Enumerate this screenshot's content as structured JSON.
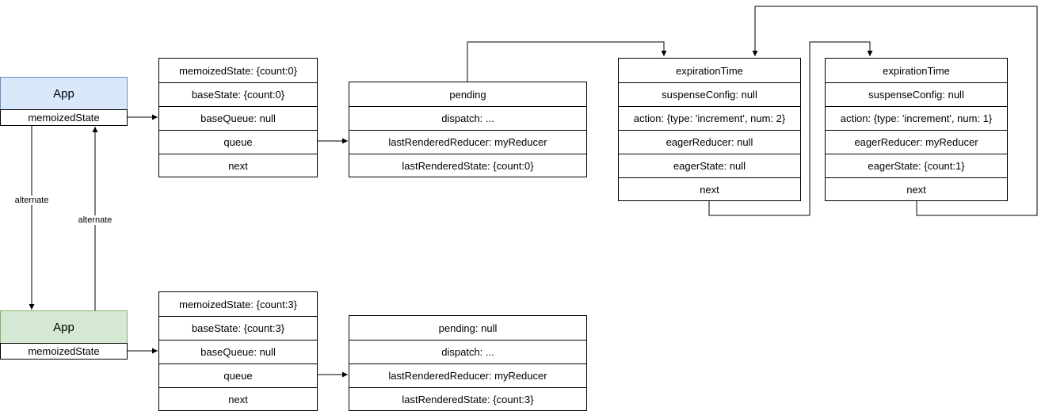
{
  "current_app": {
    "title": "App",
    "field": "memoizedState"
  },
  "wip_app": {
    "title": "App",
    "field": "memoizedState"
  },
  "current_hook": [
    "memoizedState: {count:0}",
    "baseState: {count:0}",
    "baseQueue: null",
    "queue",
    "next"
  ],
  "current_queue": [
    "pending",
    "dispatch: ...",
    "lastRenderedReducer: myReducer",
    "lastRenderedState: {count:0}"
  ],
  "update_1": [
    "expirationTime",
    "suspenseConfig: null",
    "action: {type: 'increment', num: 2}",
    "eagerReducer: null",
    "eagerState: null",
    "next"
  ],
  "update_2": [
    "expirationTime",
    "suspenseConfig: null",
    "action: {type: 'increment', num: 1}",
    "eagerReducer: myReducer",
    "eagerState: {count:1}",
    "next"
  ],
  "wip_hook": [
    "memoizedState: {count:3}",
    "baseState: {count:3}",
    "baseQueue: null",
    "queue",
    "next"
  ],
  "wip_queue": [
    "pending: null",
    "dispatch: ...",
    "lastRenderedReducer: myReducer",
    "lastRenderedState: {count:3}"
  ],
  "edges": {
    "alternate_down": "alternate",
    "alternate_up": "alternate"
  },
  "colors": {
    "current_app_fill": "#dae8fc",
    "current_app_stroke": "#6c8ebf",
    "wip_app_fill": "#d5e8d4",
    "wip_app_stroke": "#82b366"
  }
}
